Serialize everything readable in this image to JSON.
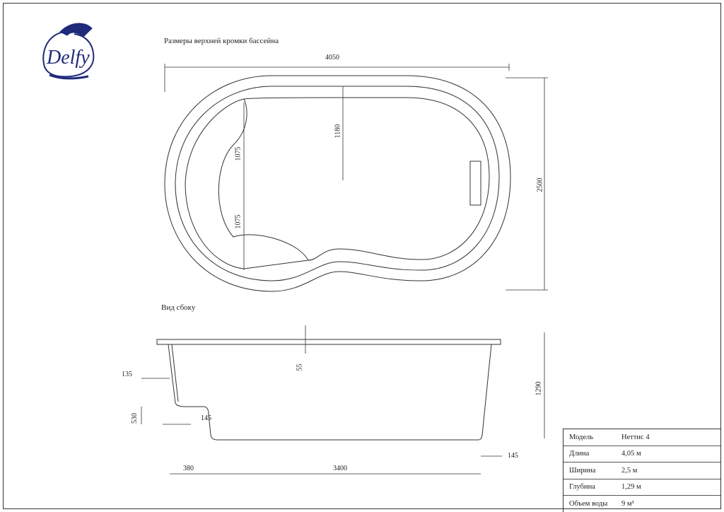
{
  "logo": {
    "text": "Delfy",
    "color": "#1f2a7a"
  },
  "top_view": {
    "title": "Размеры верхней кромки бассейна",
    "dims": {
      "length": "4050",
      "width": "2500",
      "depth_to_center": "1180",
      "step_upper": "1075",
      "step_lower": "1075"
    }
  },
  "side_view": {
    "title": "Вид сбоку",
    "dims": {
      "rim": "55",
      "wall_offset": "135",
      "step_height": "530",
      "step_offset": "145",
      "step_width": "380",
      "bottom_length": "3400",
      "right_offset": "145",
      "depth": "1290"
    }
  },
  "spec_table": [
    {
      "label": "Модель",
      "value": "Неттис 4"
    },
    {
      "label": "Длина",
      "value": "4,05 м"
    },
    {
      "label": "Ширина",
      "value": "2,5 м"
    },
    {
      "label": "Глубина",
      "value": "1,29 м"
    },
    {
      "label": "Объем воды",
      "value": "9 м³"
    }
  ]
}
